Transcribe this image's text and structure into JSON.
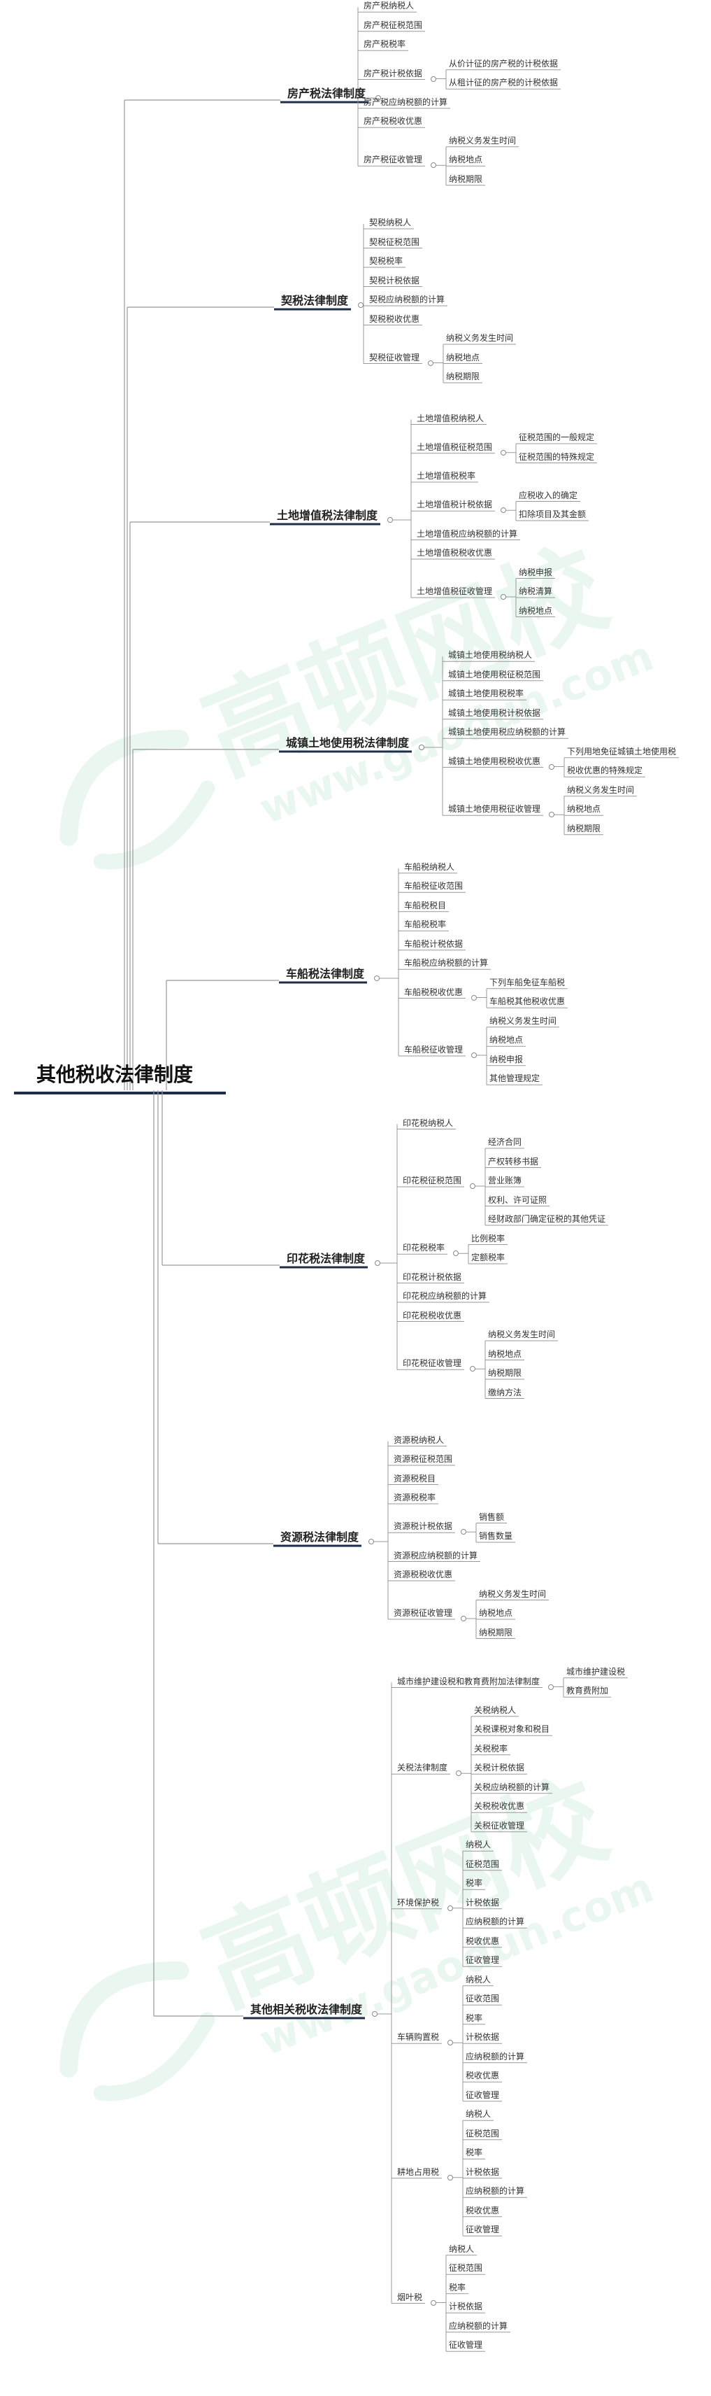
{
  "root": "其他税收法律制度",
  "watermark": {
    "brand": "高顿网校",
    "url": "www.gaodun.com",
    "color": "#58c08a"
  },
  "colors": {
    "line": "#999999",
    "accent_bar": "#1f2d4a",
    "text": "#333333"
  },
  "branches": [
    {
      "label": "房产税法律制度",
      "children": [
        {
          "label": "房产税纳税人"
        },
        {
          "label": "房产税征税范围"
        },
        {
          "label": "房产税税率"
        },
        {
          "label": "房产税计税依据",
          "children": [
            {
              "label": "从价计征的房产税的计税依据"
            },
            {
              "label": "从租计征的房产税的计税依据"
            }
          ]
        },
        {
          "label": "房产税应纳税额的计算"
        },
        {
          "label": "房产税税收优惠"
        },
        {
          "label": "房产税征收管理",
          "children": [
            {
              "label": "纳税义务发生时间"
            },
            {
              "label": "纳税地点"
            },
            {
              "label": "纳税期限"
            }
          ]
        }
      ]
    },
    {
      "label": "契税法律制度",
      "children": [
        {
          "label": "契税纳税人"
        },
        {
          "label": "契税征税范围"
        },
        {
          "label": "契税税率"
        },
        {
          "label": "契税计税依据"
        },
        {
          "label": "契税应纳税额的计算"
        },
        {
          "label": "契税税收优惠"
        },
        {
          "label": "契税征收管理",
          "children": [
            {
              "label": "纳税义务发生时间"
            },
            {
              "label": "纳税地点"
            },
            {
              "label": "纳税期限"
            }
          ]
        }
      ]
    },
    {
      "label": "土地增值税法律制度",
      "children": [
        {
          "label": "土地增值税纳税人"
        },
        {
          "label": "土地增值税征税范围",
          "children": [
            {
              "label": "征税范围的一般规定"
            },
            {
              "label": "征税范围的特殊规定"
            }
          ]
        },
        {
          "label": "土地增值税税率"
        },
        {
          "label": "土地增值税计税依据",
          "children": [
            {
              "label": "应税收入的确定"
            },
            {
              "label": "扣除项目及其金额"
            }
          ]
        },
        {
          "label": "土地增值税应纳税额的计算"
        },
        {
          "label": "土地增值税税收优惠"
        },
        {
          "label": "土地增值税征收管理",
          "children": [
            {
              "label": "纳税申报"
            },
            {
              "label": "纳税清算"
            },
            {
              "label": "纳税地点"
            }
          ]
        }
      ]
    },
    {
      "label": "城镇土地使用税法律制度",
      "children": [
        {
          "label": "城镇土地使用税纳税人"
        },
        {
          "label": "城镇土地使用税征税范围"
        },
        {
          "label": "城镇土地使用税税率"
        },
        {
          "label": "城镇土地使用税计税依据"
        },
        {
          "label": "城镇土地使用税应纳税额的计算"
        },
        {
          "label": "城镇土地使用税税收优惠",
          "children": [
            {
              "label": "下列用地免征城镇土地使用税"
            },
            {
              "label": "税收优惠的特殊规定"
            }
          ]
        },
        {
          "label": "城镇土地使用税征收管理",
          "children": [
            {
              "label": "纳税义务发生时间"
            },
            {
              "label": "纳税地点"
            },
            {
              "label": "纳税期限"
            }
          ]
        }
      ]
    },
    {
      "label": "车船税法律制度",
      "children": [
        {
          "label": "车船税纳税人"
        },
        {
          "label": "车船税征收范围"
        },
        {
          "label": "车船税税目"
        },
        {
          "label": "车船税税率"
        },
        {
          "label": "车船税计税依据"
        },
        {
          "label": "车船税应纳税额的计算"
        },
        {
          "label": "车船税税收优惠",
          "children": [
            {
              "label": "下列车船免征车船税"
            },
            {
              "label": "车船税其他税收优惠"
            }
          ]
        },
        {
          "label": "车船税征收管理",
          "children": [
            {
              "label": "纳税义务发生时间"
            },
            {
              "label": "纳税地点"
            },
            {
              "label": "纳税申报"
            },
            {
              "label": "其他管理规定"
            }
          ]
        }
      ]
    },
    {
      "label": "印花税法律制度",
      "children": [
        {
          "label": "印花税纳税人"
        },
        {
          "label": "印花税征税范围",
          "children": [
            {
              "label": "经济合同"
            },
            {
              "label": "产权转移书据"
            },
            {
              "label": "营业账簿"
            },
            {
              "label": "权利、许可证照"
            },
            {
              "label": "经财政部门确定征税的其他凭证"
            }
          ]
        },
        {
          "label": "印花税税率",
          "children": [
            {
              "label": "比例税率"
            },
            {
              "label": "定额税率"
            }
          ]
        },
        {
          "label": "印花税计税依据"
        },
        {
          "label": "印花税应纳税额的计算"
        },
        {
          "label": "印花税税收优惠"
        },
        {
          "label": "印花税征收管理",
          "children": [
            {
              "label": "纳税义务发生时间"
            },
            {
              "label": "纳税地点"
            },
            {
              "label": "纳税期限"
            },
            {
              "label": "缴纳方法"
            }
          ]
        }
      ]
    },
    {
      "label": "资源税法律制度",
      "children": [
        {
          "label": "资源税纳税人"
        },
        {
          "label": "资源税征税范围"
        },
        {
          "label": "资源税税目"
        },
        {
          "label": "资源税税率"
        },
        {
          "label": "资源税计税依据",
          "children": [
            {
              "label": "销售额"
            },
            {
              "label": "销售数量"
            }
          ]
        },
        {
          "label": "资源税应纳税额的计算"
        },
        {
          "label": "资源税税收优惠"
        },
        {
          "label": "资源税征收管理",
          "children": [
            {
              "label": "纳税义务发生时间"
            },
            {
              "label": "纳税地点"
            },
            {
              "label": "纳税期限"
            }
          ]
        }
      ]
    },
    {
      "label": "其他相关税收法律制度",
      "children": [
        {
          "label": "城市维护建设税和教育费附加法律制度",
          "children": [
            {
              "label": "城市维护建设税"
            },
            {
              "label": "教育费附加"
            }
          ]
        },
        {
          "label": "关税法律制度",
          "children": [
            {
              "label": "关税纳税人"
            },
            {
              "label": "关税课税对象和税目"
            },
            {
              "label": "关税税率"
            },
            {
              "label": "关税计税依据"
            },
            {
              "label": "关税应纳税额的计算"
            },
            {
              "label": "关税税收优惠"
            },
            {
              "label": "关税征收管理"
            }
          ]
        },
        {
          "label": "环境保护税",
          "children": [
            {
              "label": "纳税人"
            },
            {
              "label": "征税范围"
            },
            {
              "label": "税率"
            },
            {
              "label": "计税依据"
            },
            {
              "label": "应纳税额的计算"
            },
            {
              "label": "税收优惠"
            },
            {
              "label": "征收管理"
            }
          ]
        },
        {
          "label": "车辆购置税",
          "children": [
            {
              "label": "纳税人"
            },
            {
              "label": "征收范围"
            },
            {
              "label": "税率"
            },
            {
              "label": "计税依据"
            },
            {
              "label": "应纳税额的计算"
            },
            {
              "label": "税收优惠"
            },
            {
              "label": "征收管理"
            }
          ]
        },
        {
          "label": "耕地占用税",
          "children": [
            {
              "label": "纳税人"
            },
            {
              "label": "征税范围"
            },
            {
              "label": "税率"
            },
            {
              "label": "计税依据"
            },
            {
              "label": "应纳税额的计算"
            },
            {
              "label": "税收优惠"
            },
            {
              "label": "征收管理"
            }
          ]
        },
        {
          "label": "烟叶税",
          "children": [
            {
              "label": "纳税人"
            },
            {
              "label": "征税范围"
            },
            {
              "label": "税率"
            },
            {
              "label": "计税依据"
            },
            {
              "label": "应纳税额的计算"
            },
            {
              "label": "征收管理"
            }
          ]
        }
      ]
    }
  ]
}
